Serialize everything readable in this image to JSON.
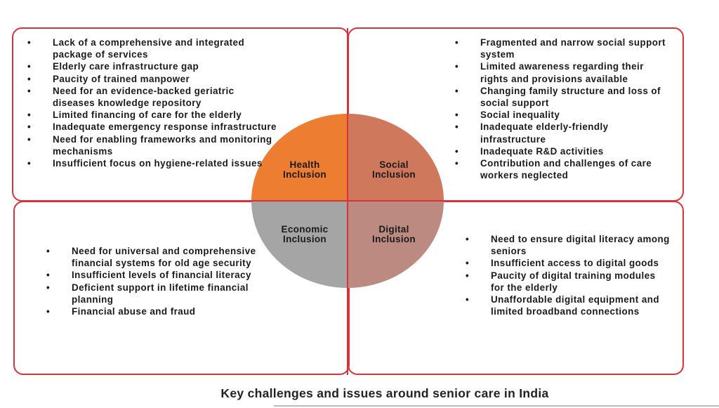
{
  "colors": {
    "border": "#d9323c",
    "health": "#ed7d31",
    "social": "#d0785c",
    "economic": "#a5a5a5",
    "digital": "#bc8a80"
  },
  "quadrants": {
    "health": {
      "label_1": "Health",
      "label_2": "Inclusion",
      "items": [
        "Lack of a comprehensive and integrated package of services",
        "Elderly care infrastructure gap",
        "Paucity of trained manpower",
        "Need for an evidence-backed geriatric diseases knowledge repository",
        "Limited financing of care for the elderly",
        "Inadequate emergency response infrastructure",
        "Need for enabling frameworks and monitoring mechanisms",
        "Insufficient focus on hygiene-related issues"
      ]
    },
    "social": {
      "label_1": "Social",
      "label_2": "Inclusion",
      "items": [
        "Fragmented and narrow social support system",
        "Limited awareness regarding their rights and provisions available",
        "Changing family structure and loss of social support",
        "Social inequality",
        "Inadequate elderly-friendly infrastructure",
        "Inadequate R&D activities",
        "Contribution and challenges of care workers neglected"
      ]
    },
    "economic": {
      "label_1": "Economic",
      "label_2": "Inclusion",
      "items": [
        "Need for universal and comprehensive financial systems for old age security",
        "Insufficient levels of financial literacy",
        "Deficient support in lifetime financial planning",
        "Financial abuse and fraud"
      ]
    },
    "digital": {
      "label_1": "Digital",
      "label_2": "Inclusion",
      "items": [
        "Need to ensure digital literacy among seniors",
        "Insufficient access to digital goods",
        "Paucity of digital training modules for the elderly",
        "Unaffordable digital equipment and limited broadband connections"
      ]
    }
  },
  "caption": "Key challenges and issues around senior care in India"
}
